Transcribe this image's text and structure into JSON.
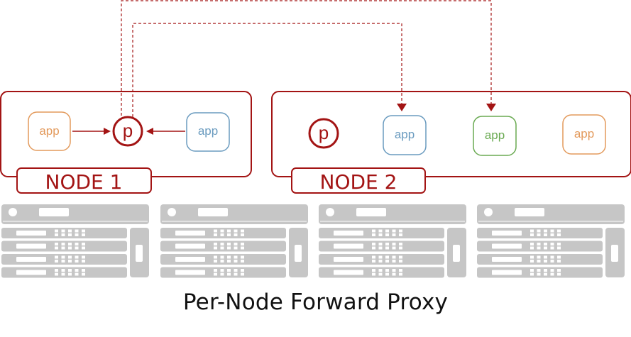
{
  "title": "Per-Node Forward Proxy",
  "colors": {
    "accent": "#a31414",
    "dashed_line": "#a31414",
    "rack_gray": "#c6c6c6",
    "app_orange": "#e39a5c",
    "app_blue": "#6a9bbf",
    "app_green": "#6aaa52"
  },
  "nodes": [
    {
      "label": "NODE 1",
      "proxy_label": "p",
      "apps": [
        {
          "label": "app",
          "color": "orange",
          "arrow_to_proxy": true
        },
        {
          "label": "app",
          "color": "blue",
          "arrow_to_proxy": true
        }
      ]
    },
    {
      "label": "NODE 2",
      "proxy_label": "p",
      "apps": [
        {
          "label": "app",
          "color": "blue",
          "receives_from_node1_proxy": true
        },
        {
          "label": "app",
          "color": "green",
          "receives_from_node1_proxy": true
        },
        {
          "label": "app",
          "color": "orange",
          "receives_from_node1_proxy": false
        }
      ]
    }
  ],
  "connections": [
    {
      "from": "node1-proxy",
      "to": "node2-app-blue",
      "style": "dashed"
    },
    {
      "from": "node1-proxy",
      "to": "node2-app-green",
      "style": "dashed"
    }
  ],
  "server_racks": 4
}
